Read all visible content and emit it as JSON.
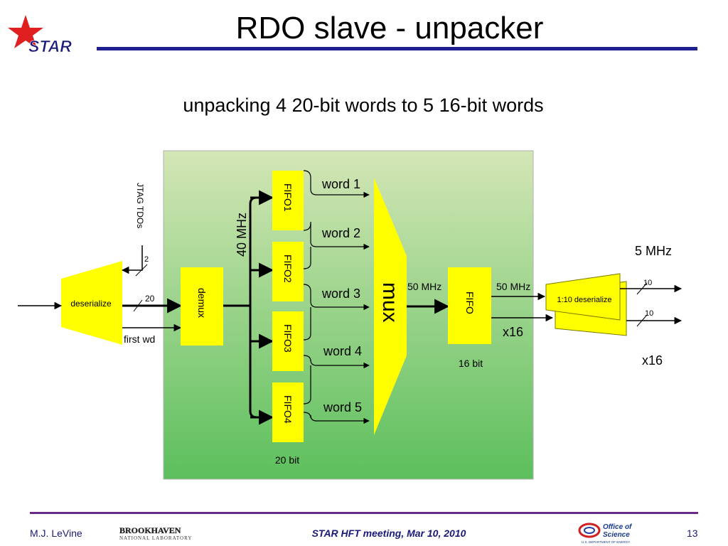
{
  "header": {
    "title": "RDO slave - unpacker",
    "subtitle": "unpacking 4 20-bit words to 5 16-bit words",
    "logo_text": "STAR"
  },
  "diagram": {
    "blocks": {
      "deserialize": "deserialize",
      "demux": "demux",
      "fifo1": "FIFO1",
      "fifo2": "FIFO2",
      "fifo3": "FIFO3",
      "fifo4": "FIFO4",
      "mux": "mux",
      "fifo_out": "FIFO",
      "deserialize_out": "1:10 deserialize"
    },
    "labels": {
      "jtag_tdos": "JTAG TDOs",
      "bus_2": "2",
      "bus_20": "20",
      "first_wd": "first wd",
      "clock_40": "40 MHz",
      "word1": "word 1",
      "word2": "word 2",
      "word3": "word 3",
      "word4": "word 4",
      "word5": "word 5",
      "width_20bit": "20 bit",
      "clock_50_in": "50 MHz",
      "clock_50_out": "50 MHz",
      "width_16bit": "16 bit",
      "x16_fifo": "x16",
      "clock_5": "5 MHz",
      "bus_10_a": "10",
      "bus_10_b": "10",
      "x16_right": "x16"
    }
  },
  "footer": {
    "author": "M.J. LeVine",
    "lab_name": "BROOKHAVEN",
    "lab_sub": "NATIONAL LABORATORY",
    "meeting": "STAR HFT meeting, Mar 10, 2010",
    "doe_line1": "Office of",
    "doe_line2": "Science",
    "doe_line3": "U.S. DEPARTMENT OF ENERGY",
    "page_number": "13"
  },
  "colors": {
    "header_rule": "#1f1f8f",
    "footer_rule": "#6a2a8a",
    "block_yellow": "#ffff00",
    "panel_top": "#d4e6b6",
    "panel_bottom": "#5cbf5c",
    "star_red": "#e02020",
    "star_text": "#1a1a7a"
  }
}
